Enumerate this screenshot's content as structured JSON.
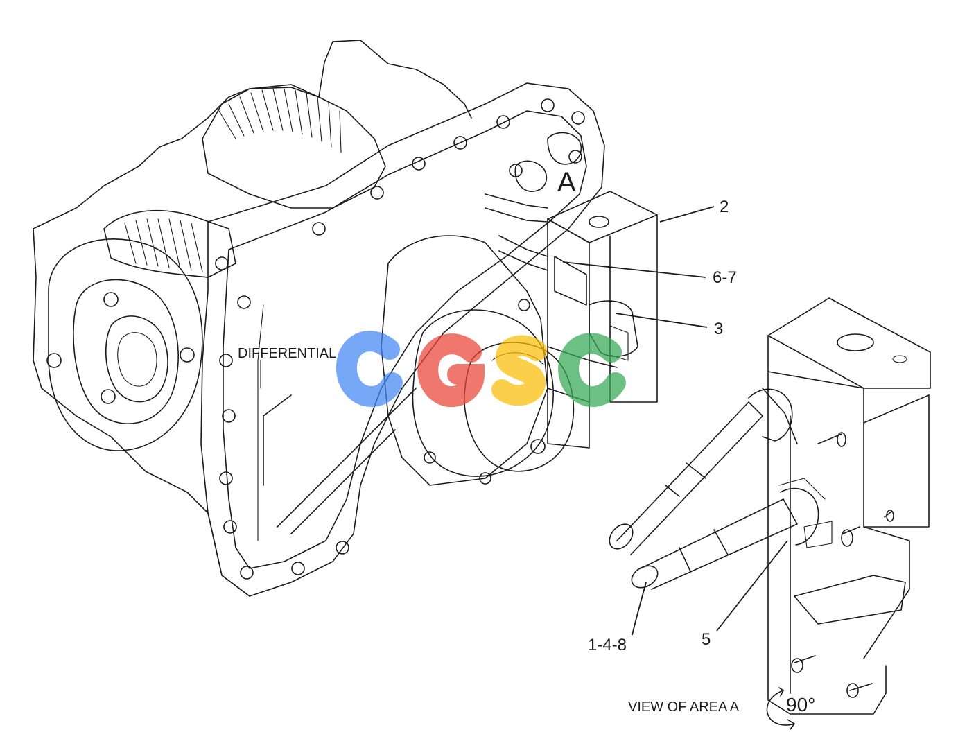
{
  "labels": {
    "differential": "DIFFERENTIAL",
    "area_marker": "A",
    "view_caption": "VIEW OF AREA A",
    "rotation": "90°"
  },
  "callouts": [
    "2",
    "6-7",
    "3",
    "1-4-8",
    "5"
  ],
  "watermark": {
    "text": "CGSC",
    "colors": [
      "#4285f4",
      "#ea4335",
      "#fbbc05",
      "#34a853"
    ]
  },
  "colors": {
    "line": "#1a1a1a",
    "background": "#ffffff"
  }
}
